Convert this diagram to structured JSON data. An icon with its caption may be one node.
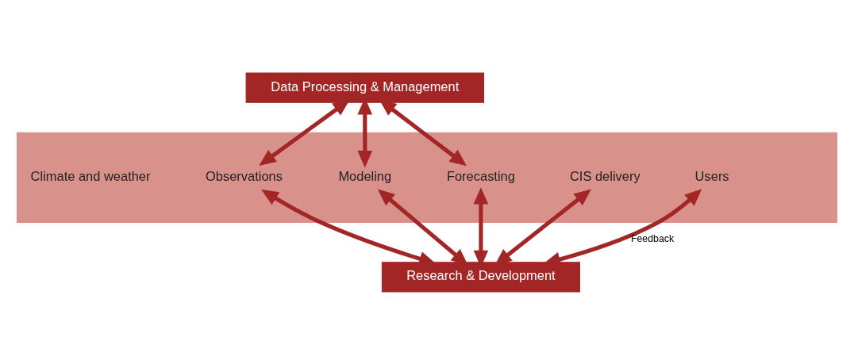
{
  "diagram": {
    "nodes": [
      {
        "text": [],
        "shape": "arrow"
      },
      {
        "text": [
          "Climate and weather"
        ],
        "in": 0
      },
      {
        "text": [
          "Observations"
        ],
        "in": 0
      },
      {
        "text": [
          "Modeling"
        ],
        "in": 0
      },
      {
        "text": [
          "Forecasting"
        ],
        "in": 0
      },
      {
        "text": [
          "CIS delivery"
        ],
        "in": 0
      },
      {
        "text": [
          "Users"
        ],
        "in": 0
      },
      {
        "text": [
          "Data Processing & Management"
        ]
      },
      {
        "text": [
          "Research & Development"
        ]
      }
    ],
    "edges": [
      {
        "from": 7,
        "to": 2,
        "arrow": "both"
      },
      {
        "from": 7,
        "to": 3,
        "arrow": "both"
      },
      {
        "from": 7,
        "to": 4,
        "arrow": "both"
      },
      {
        "from": 2,
        "to": 8,
        "arrow": "both"
      },
      {
        "from": 3,
        "to": 8,
        "arrow": "both"
      },
      {
        "from": 4,
        "to": 8,
        "arrow": "both"
      },
      {
        "from": 5,
        "to": 8,
        "arrow": "both"
      },
      {
        "from": 6,
        "to": 8,
        "arrow": "both",
        "label": "Feedback"
      }
    ]
  }
}
